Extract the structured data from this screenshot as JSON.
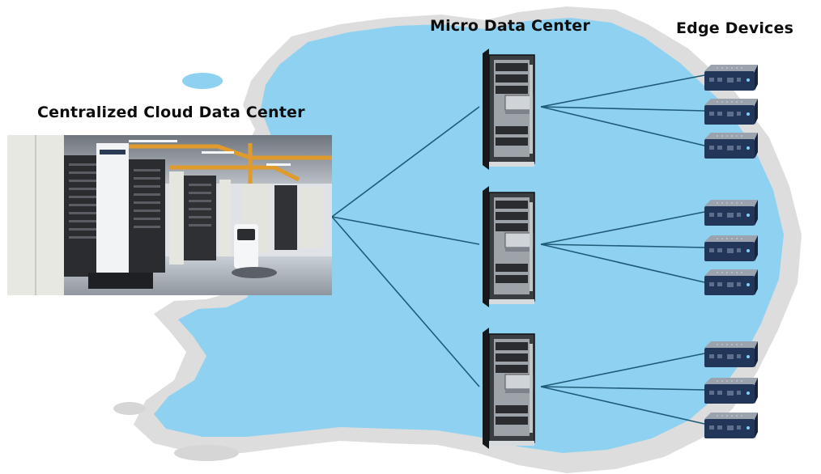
{
  "headings": {
    "cloud": "Centralized Cloud Data Center",
    "micro": "Micro Data Center",
    "edge": "Edge Devices"
  },
  "colors": {
    "map_fill": "#8ed1f0",
    "map_shadow": "#c9c9c9",
    "link_line": "#1f5b78",
    "rack_body": "#2b2d31",
    "edge_body": "#223659"
  },
  "nodes": {
    "cloud": {
      "icon": "cloud-datacenter-photo"
    },
    "micro_data_centers": [
      {
        "icon": "server-rack-icon",
        "edge_devices": 3
      },
      {
        "icon": "server-rack-icon",
        "edge_devices": 3
      },
      {
        "icon": "server-rack-icon",
        "edge_devices": 3
      }
    ],
    "edge_device_icon": "edge-gateway-icon"
  }
}
